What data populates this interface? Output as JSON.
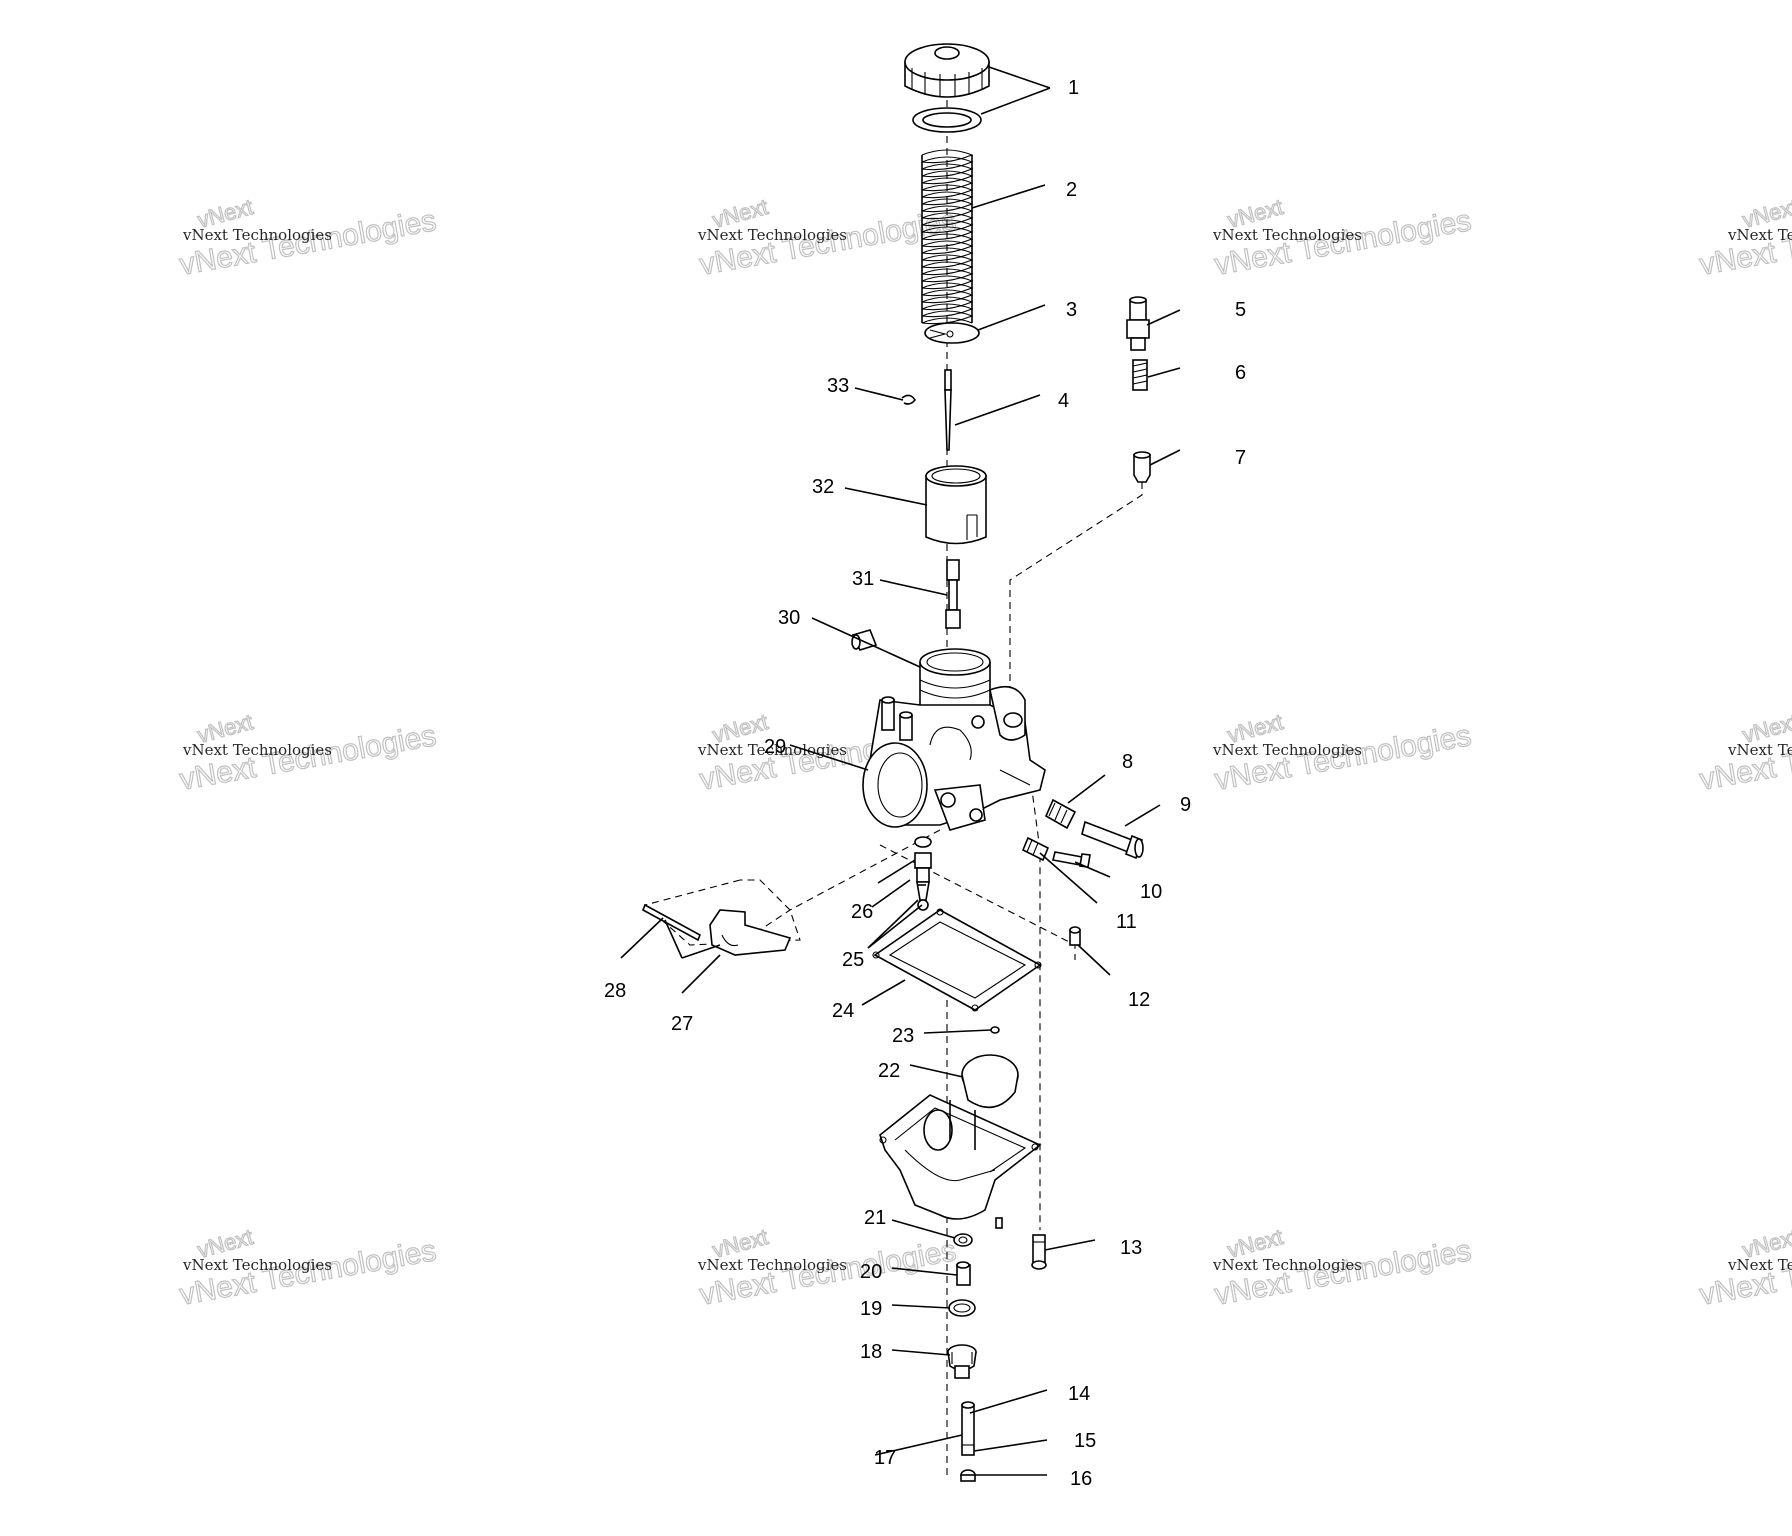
{
  "watermark": {
    "line_small": "vNext Technologies",
    "line_large": "vNext Technologies",
    "line_arc": "vNext"
  },
  "callouts": {
    "c1": "1",
    "c2": "2",
    "c3": "3",
    "c4": "4",
    "c5": "5",
    "c6": "6",
    "c7": "7",
    "c8": "8",
    "c9": "9",
    "c10": "10",
    "c11": "11",
    "c12": "12",
    "c13": "13",
    "c14": "14",
    "c15": "15",
    "c16": "16",
    "c17": "17",
    "c18": "18",
    "c19": "19",
    "c20": "20",
    "c21": "21",
    "c22": "22",
    "c23": "23",
    "c24": "24",
    "c25": "25",
    "c26": "26",
    "c27": "27",
    "c28": "28",
    "c29": "29",
    "c30": "30",
    "c31": "31",
    "c32": "32",
    "c33": "33"
  }
}
